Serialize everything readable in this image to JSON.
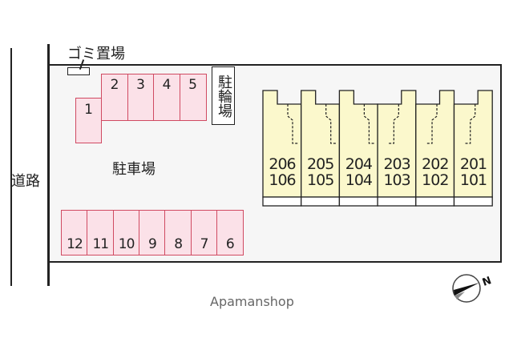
{
  "labels": {
    "garbage": "ゴミ置場",
    "parking": "駐車場",
    "road": "道路",
    "bicycle": "駐輪場",
    "watermark": "Apamanshop",
    "north": "N"
  },
  "stalls_top": [
    "2",
    "3",
    "4",
    "5"
  ],
  "stall_1": "1",
  "stalls_bottom": [
    "12",
    "11",
    "10",
    "9",
    "8",
    "7",
    "6"
  ],
  "units": [
    {
      "upper": "206",
      "lower": "106"
    },
    {
      "upper": "205",
      "lower": "105"
    },
    {
      "upper": "204",
      "lower": "104"
    },
    {
      "upper": "203",
      "lower": "103"
    },
    {
      "upper": "202",
      "lower": "102"
    },
    {
      "upper": "201",
      "lower": "101"
    }
  ],
  "colors": {
    "stall_fill": "#fbe1e8",
    "stall_border": "#d04a62",
    "building_fill": "#fbf8cc"
  }
}
